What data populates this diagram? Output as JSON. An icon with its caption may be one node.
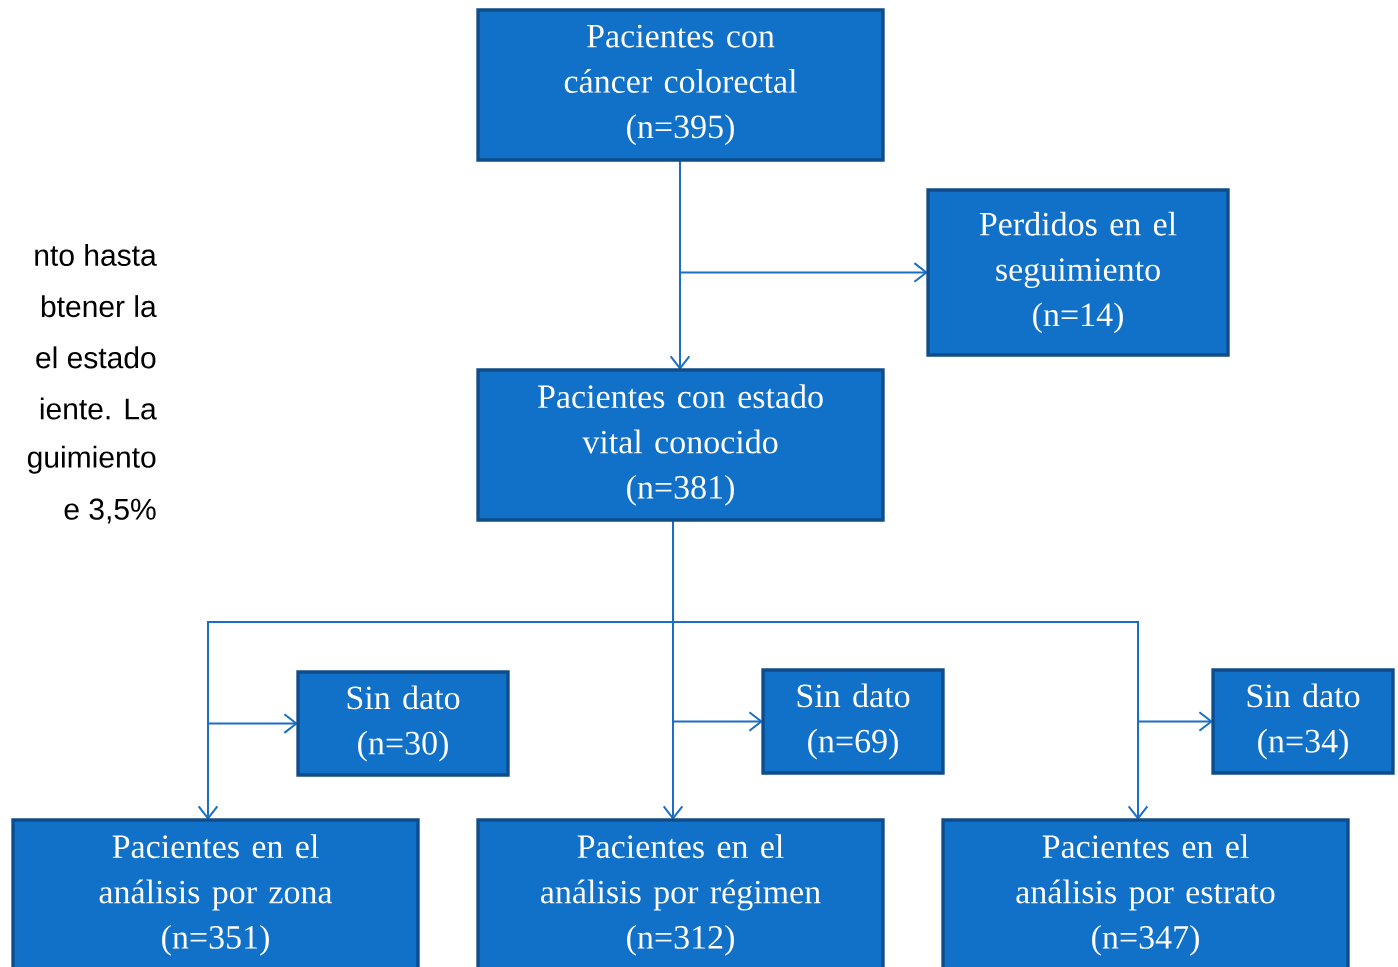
{
  "diagram": {
    "nodes": [
      {
        "text": [
          "Pacientes con cáncer colorectal",
          "(n=395)"
        ]
      },
      {
        "text": [
          "Perdidos en el seguimiento",
          "(n=14)"
        ]
      },
      {
        "text": [
          "Pacientes con estado vital conocido",
          "(n=381)"
        ]
      },
      {
        "text": [
          "Sin dato",
          "(n=30)"
        ]
      },
      {
        "text": [
          "Sin dato",
          "(n=69)"
        ]
      },
      {
        "text": [
          "Sin dato",
          "(n=34)"
        ]
      },
      {
        "text": [
          "Pacientes en el análisis por zona",
          "(n=351)"
        ]
      },
      {
        "text": [
          "Pacientes en el análisis por régimen",
          "(n=312)"
        ]
      },
      {
        "text": [
          "Pacientes en el análisis por estrato",
          "(n=347)"
        ]
      }
    ],
    "edges": [
      {
        "from": 0,
        "to": 2,
        "arrow": "to"
      },
      {
        "from": 0,
        "to": 1,
        "arrow": "to"
      },
      {
        "from": 2,
        "to": 6,
        "arrow": "to"
      },
      {
        "from": 2,
        "to": 3,
        "arrow": "to"
      },
      {
        "from": 2,
        "to": 7,
        "arrow": "to"
      },
      {
        "from": 2,
        "to": 4,
        "arrow": "to"
      },
      {
        "from": 2,
        "to": 8,
        "arrow": "to"
      },
      {
        "from": 2,
        "to": 5,
        "arrow": "to"
      }
    ],
    "labels": [
      "nto hasta",
      "btener la",
      "el estado",
      "iente. La",
      "guimiento",
      "e 3,5%"
    ]
  }
}
